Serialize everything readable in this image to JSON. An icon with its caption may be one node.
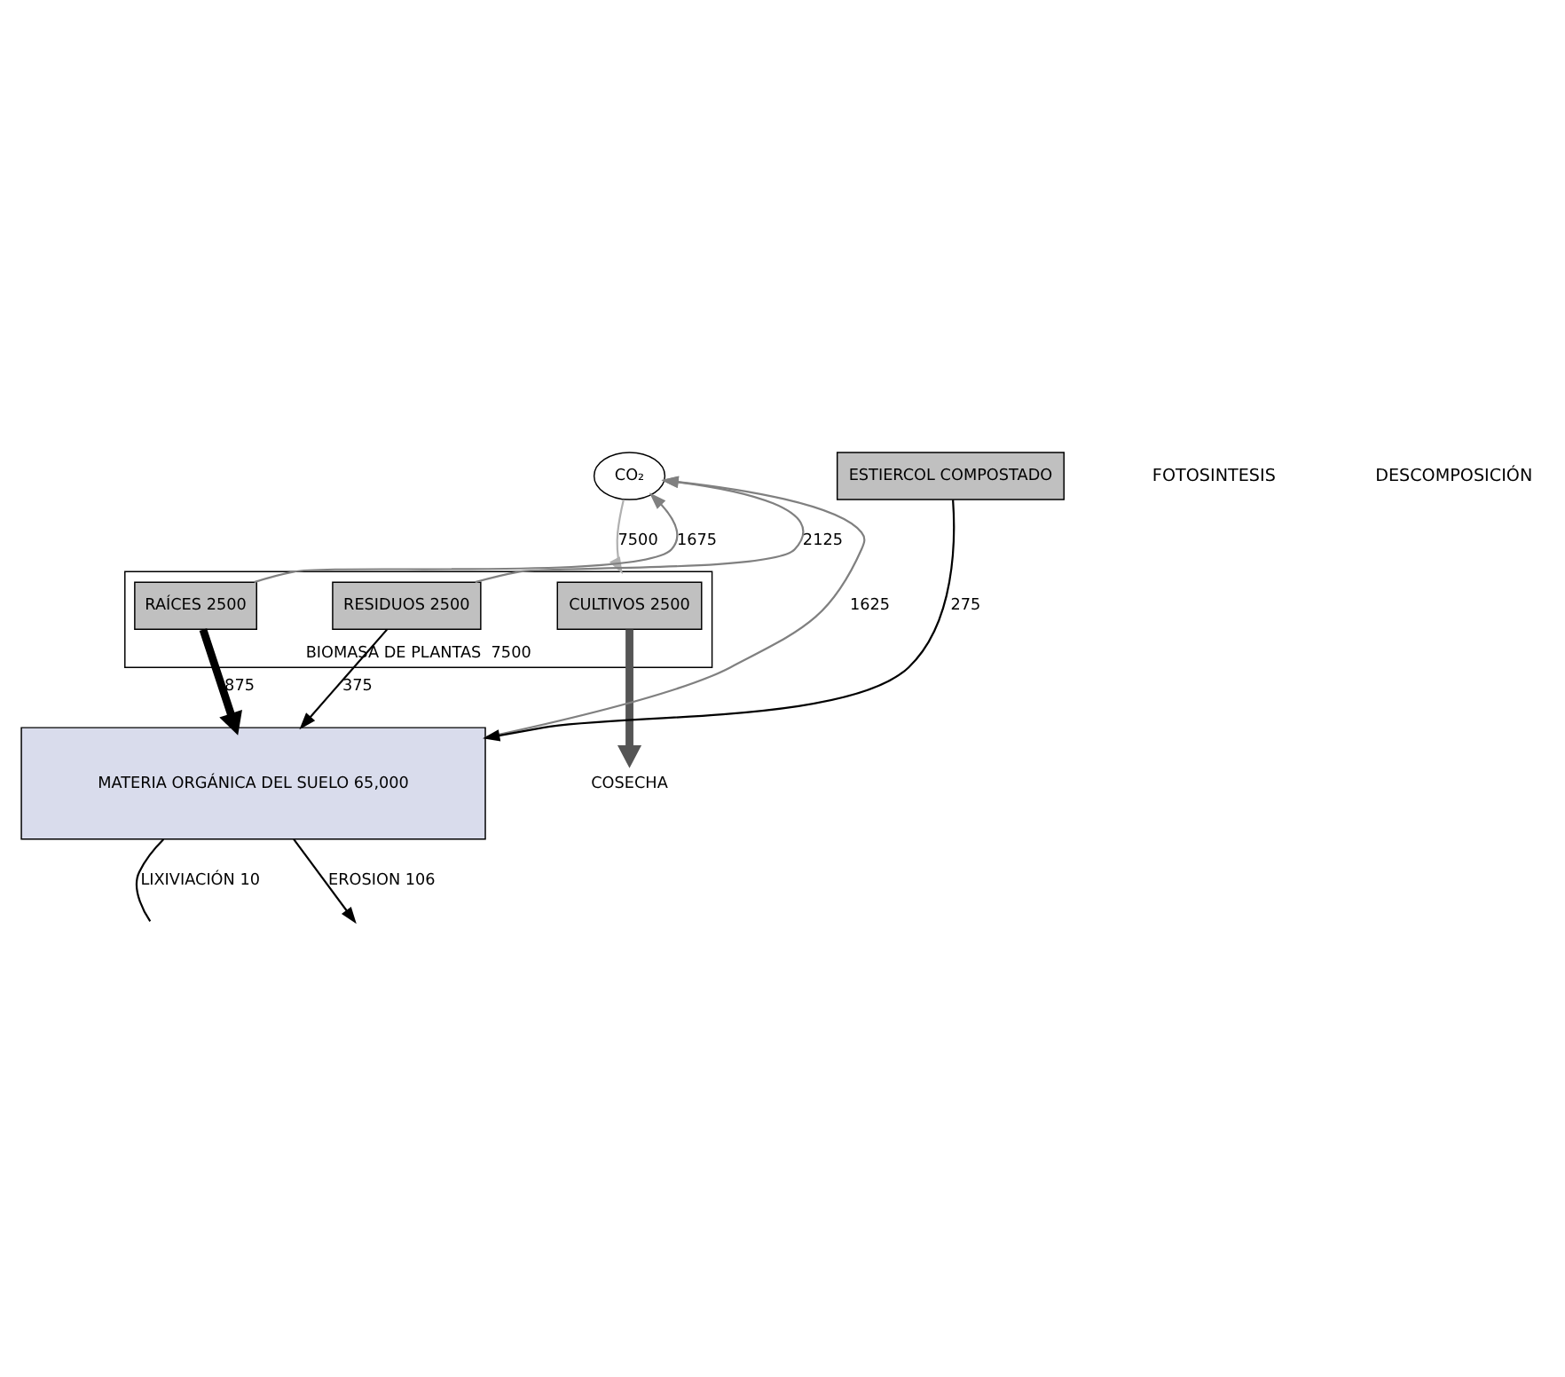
{
  "diagram": {
    "nodes": [
      {
        "text": [
          "CO₂"
        ]
      },
      {
        "text": [
          "BIOMASA DE PLANTAS  7500"
        ]
      },
      {
        "text": [
          "RAÍCES 2500"
        ],
        "in": 1
      },
      {
        "text": [
          "RESIDUOS 2500"
        ],
        "in": 1
      },
      {
        "text": [
          "CULTIVOS 2500"
        ],
        "in": 1
      },
      {
        "text": [
          "MATERIA ORGÁNICA DEL SUELO 65,000"
        ]
      },
      {
        "text": [
          "COSECHA"
        ]
      },
      {
        "text": [
          "ESTIERCOL COMPOSTADO"
        ]
      }
    ],
    "edges": [
      {
        "from": 0,
        "to": 1,
        "arrow": "to",
        "label": "7500",
        "color": "#b0b0b0"
      },
      {
        "from": 2,
        "to": 0,
        "arrow": "to",
        "label": "1675",
        "color": "#808080"
      },
      {
        "from": 3,
        "to": 0,
        "arrow": "to",
        "label": "2125",
        "color": "#808080"
      },
      {
        "from": 5,
        "to": 0,
        "arrow": "to",
        "label": "1625",
        "color": "#808080"
      },
      {
        "from": 4,
        "to": 6,
        "arrow": "to",
        "style": "thick",
        "color": "#555555"
      },
      {
        "from": 2,
        "to": 5,
        "arrow": "to",
        "label": "875",
        "style": "thick"
      },
      {
        "from": 3,
        "to": 5,
        "arrow": "to",
        "label": "375"
      },
      {
        "from": 7,
        "to": 5,
        "arrow": "to",
        "label": "275"
      },
      {
        "from": 5,
        "to": null,
        "arrow": "none",
        "label": "LIXIVIACIÓN 10"
      },
      {
        "from": 5,
        "to": null,
        "arrow": "to",
        "label": "EROSION 106"
      }
    ],
    "labels": [
      "FOTOSINTESIS",
      "DESCOMPOSICIÓN"
    ]
  }
}
